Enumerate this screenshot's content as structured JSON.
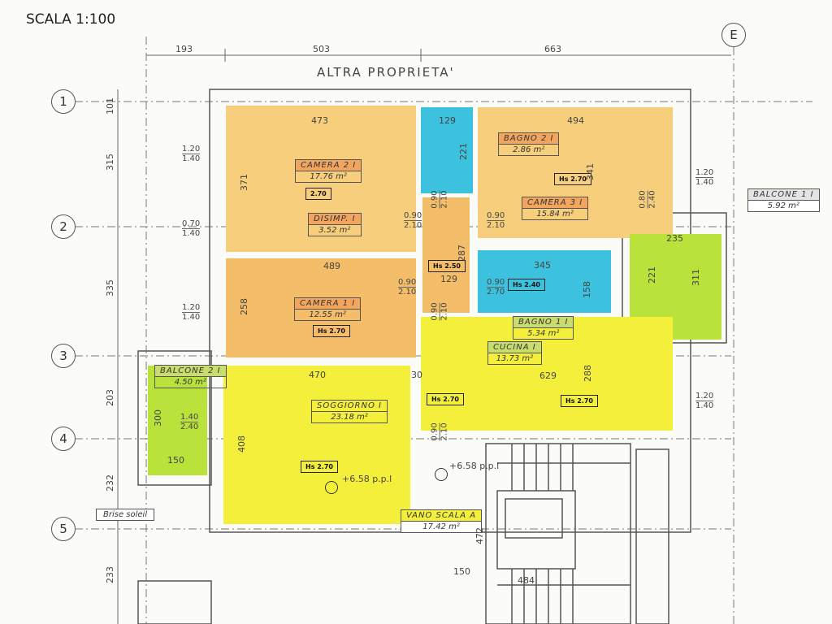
{
  "scale_title": "SCALA 1:100",
  "neighbor_label": "ALTRA PROPRIETA'",
  "grid_axes": {
    "rows": [
      "1",
      "2",
      "3",
      "4",
      "5"
    ],
    "column": "E"
  },
  "top_dimensions": [
    "193",
    "503",
    "663"
  ],
  "left_dimensions": [
    "101",
    "315",
    "335",
    "203",
    "232",
    "233"
  ],
  "windows": [
    {
      "w": "1.20",
      "h": "1.40"
    },
    {
      "w": "0.70",
      "h": "1.40"
    },
    {
      "w": "1.20",
      "h": "1.40"
    },
    {
      "w": "1.20",
      "h": "1.40"
    },
    {
      "w": "1.20",
      "h": "1.40"
    },
    {
      "w": "1.40",
      "h": "2.40"
    },
    {
      "w": "0.80",
      "h": "2.40"
    }
  ],
  "doors": [
    {
      "w": "0.90",
      "h": "2.10"
    },
    {
      "w": "0.90",
      "h": "2.10"
    },
    {
      "w": "0.90",
      "h": "2.10"
    },
    {
      "w": "0.90",
      "h": "2.70"
    },
    {
      "w": "0.90",
      "h": "2.10"
    },
    {
      "w": "0.90",
      "h": "2.10"
    },
    {
      "w": "0.90",
      "h": "2.10"
    }
  ],
  "rooms": {
    "camera2": {
      "name": "CAMERA 2 I",
      "area": "17.76 m²",
      "height": "2.70",
      "dims": [
        "473",
        "371"
      ],
      "color": "#f7cf7c"
    },
    "disimp": {
      "name": "DISIMP. I",
      "area": "3.52 m²",
      "height": "Hs 2.50",
      "dims": [
        "287",
        "129"
      ]
    },
    "closet": {
      "dims": [
        "129",
        "221"
      ],
      "color": "#3cc1de"
    },
    "bagno2": {
      "name": "BAGNO 2 I",
      "area": "2.86 m²"
    },
    "camera3": {
      "name": "CAMERA 3 I",
      "area": "15.84 m²",
      "height": "Hs 2.70",
      "dims": [
        "494",
        "341"
      ]
    },
    "bagno1": {
      "name": "BAGNO 1 I",
      "area": "5.34 m²",
      "height": "Hs 2.40",
      "dims": [
        "345",
        "158"
      ],
      "color": "#3cc1de"
    },
    "balcone1": {
      "name": "BALCONE 1 I",
      "area": "5.92 m²",
      "dims": [
        "235",
        "221",
        "311"
      ],
      "color": "#b9e23a"
    },
    "camera1": {
      "name": "CAMERA 1 I",
      "area": "12.55 m²",
      "height": "Hs 2.70",
      "dims": [
        "489",
        "258"
      ]
    },
    "cucina": {
      "name": "CUCINA I",
      "area": "13.73 m²",
      "heights": [
        "Hs 2.70",
        "Hs 2.70"
      ],
      "dims": [
        "629",
        "288",
        "30"
      ],
      "color": "#f3ef3a"
    },
    "soggiorno": {
      "name": "SOGGIORNO I",
      "area": "23.18 m²",
      "height": "Hs 2.70",
      "dims": [
        "470",
        "408"
      ],
      "level": "+6.58 p.p.l"
    },
    "balcone2": {
      "name": "BALCONE 2 I",
      "area": "4.50 m²",
      "dims": [
        "300",
        "150"
      ]
    },
    "vano_scala": {
      "name": "VANO SCALA A",
      "area": "17.42 m²",
      "dims": [
        "472",
        "150",
        "484"
      ],
      "level": "+6.58 p.p.l"
    }
  },
  "brise_soleil": "Brise soleil"
}
